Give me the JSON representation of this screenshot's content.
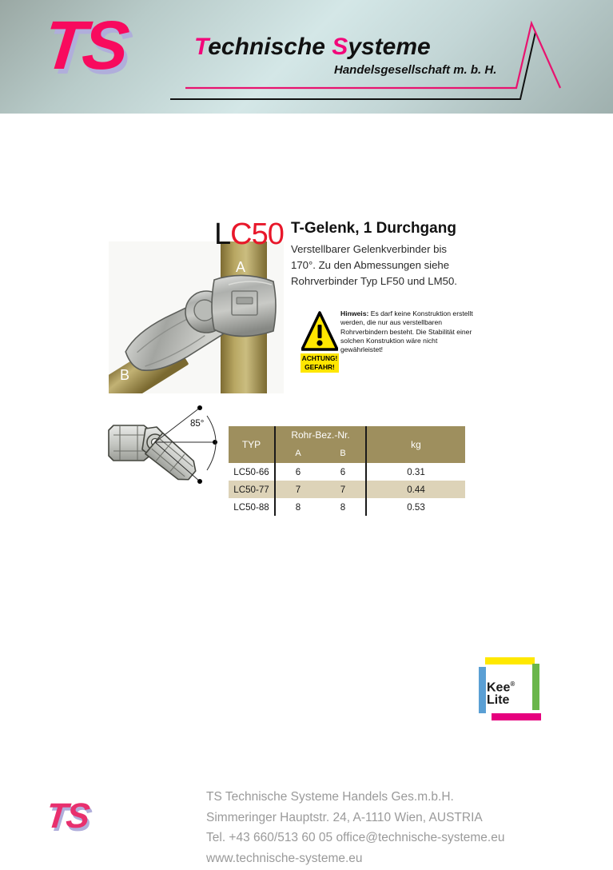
{
  "header": {
    "logo": "TS",
    "title_part1": "T",
    "title_part2": "echnische ",
    "title_part3": "S",
    "title_part4": "ysteme",
    "subtitle": "Handelsgesellschaft m. b. H.",
    "accent_pink": "#f2077a",
    "bg_gradient_from": "#9aa8a4",
    "bg_gradient_to": "#d4e7e7"
  },
  "product": {
    "code_prefix": "L",
    "code_suffix": "C50",
    "code_color": "#e8172a",
    "title": "T-Gelenk, 1 Durchgang",
    "description": "Verstellbarer Gelenkverbinder bis 170°. Zu den Abmessungen siehe Rohrverbinder Typ LF50 und LM50.",
    "photo_label_a": "A",
    "photo_label_b": "B"
  },
  "warning": {
    "badge_line1": "ACHTUNG!",
    "badge_line2": "GEFAHR!",
    "lead": "Hinweis:",
    "text": " Es darf keine Konstruktion erstellt werden, die nur aus verstellbaren Rohrverbindern besteht. Die Stabilität einer solchen Konstruktion wäre nicht gewährleistet!",
    "badge_color": "#ffe600"
  },
  "diagram": {
    "angle_label": "85°"
  },
  "table": {
    "header_color": "#9e8f5e",
    "alt_row_color": "#ddd3b8",
    "col_typ": "TYP",
    "col_group": "Rohr-Bez.-Nr.",
    "col_a": "A",
    "col_b": "B",
    "col_kg": "kg",
    "rows": [
      {
        "typ": "LC50-66",
        "a": "6",
        "b": "6",
        "kg": "0.31"
      },
      {
        "typ": "LC50-77",
        "a": "7",
        "b": "7",
        "kg": "0.44"
      },
      {
        "typ": "LC50-88",
        "a": "8",
        "b": "8",
        "kg": "0.53"
      }
    ]
  },
  "keelite": {
    "line1": "Kee",
    "reg": "®",
    "line2": "Lite",
    "top_color": "#ffe800",
    "left_color": "#5a9fd4",
    "right_color": "#6ab64b",
    "bottom_color": "#e6007e"
  },
  "footer": {
    "logo": "TS",
    "line1": "TS Technische Systeme Handels Ges.m.b.H.",
    "line2": "Simmeringer Hauptstr. 24, A-1110  Wien, AUSTRIA",
    "line3": "Tel. +43 660/513 60 05 office@technische-systeme.eu",
    "line4": "www.technische-systeme.eu"
  }
}
